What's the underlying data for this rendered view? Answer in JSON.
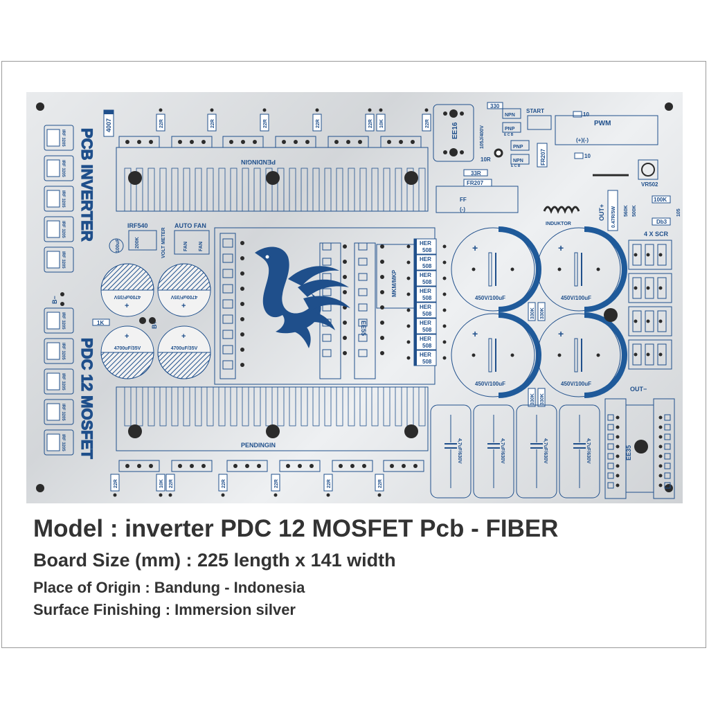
{
  "caption": {
    "model": "Model :  inverter PDC  12 MOSFET Pcb - FIBER",
    "board_size": "Board Size (mm) :  225 length  x  141 width",
    "origin": "Place of Origin : Bandung - Indonesia",
    "finish": "Surface Finishing : Immersion silver"
  },
  "board": {
    "title_upper": "PCB INVERTER",
    "title_lower": "PDC 12 MOSFET",
    "heatsink_top": "PENDINGIN",
    "heatsink_bottom": "PENDINGIN",
    "mosfet_label": "IRF 3205",
    "resistor_22r": "22R",
    "resistor_10k": "10K",
    "resistor_1k": "1K",
    "diode_4007": "4007",
    "transformer_ee16": "EE16",
    "transformer_ee55": "EE55",
    "transformer_ee35": "EE35",
    "cap_105_400v": "105J/400V",
    "npn": "NPN",
    "pnp": "PNP",
    "ecb": "E  C  B",
    "r330": "330",
    "r10r": "10R",
    "r33r": "33R",
    "fr207": "FR207",
    "ff": "FF",
    "minus_paren": "(-)",
    "start": "START",
    "pwm": "PWM",
    "pwm_pins": "(+)(-)",
    "r10": "10",
    "vr502": "VR502",
    "induktor": "INDUKTOR",
    "out_plus": "OUT+",
    "out_minus": "OUT−",
    "r047": "0.47R/5W",
    "r560k": "560K",
    "r500k": "500K",
    "r100k": "100K",
    "db3": "Db3",
    "r105": "105",
    "scr": "4 X SCR",
    "irf540": "IRF540",
    "auto_fan": "AUTO FAN",
    "volt_meter": "VOLT METER",
    "fan": "FAN",
    "r200k": "200K",
    "c100uf": "100uF",
    "c4700": "4700uF/35V",
    "b_minus": "B−",
    "b_plus": "B+",
    "mkm": "MKM/MKP",
    "her": "HER",
    "her508": "508",
    "c450": "450V/100uF",
    "r330k": "330K",
    "c47": "4,7uF/630V",
    "plus": "+"
  },
  "colors": {
    "ink": "#1f4f8b",
    "cap_fill": "#1f5a9a",
    "pad": "#2b2b2b",
    "text": "#333333"
  }
}
